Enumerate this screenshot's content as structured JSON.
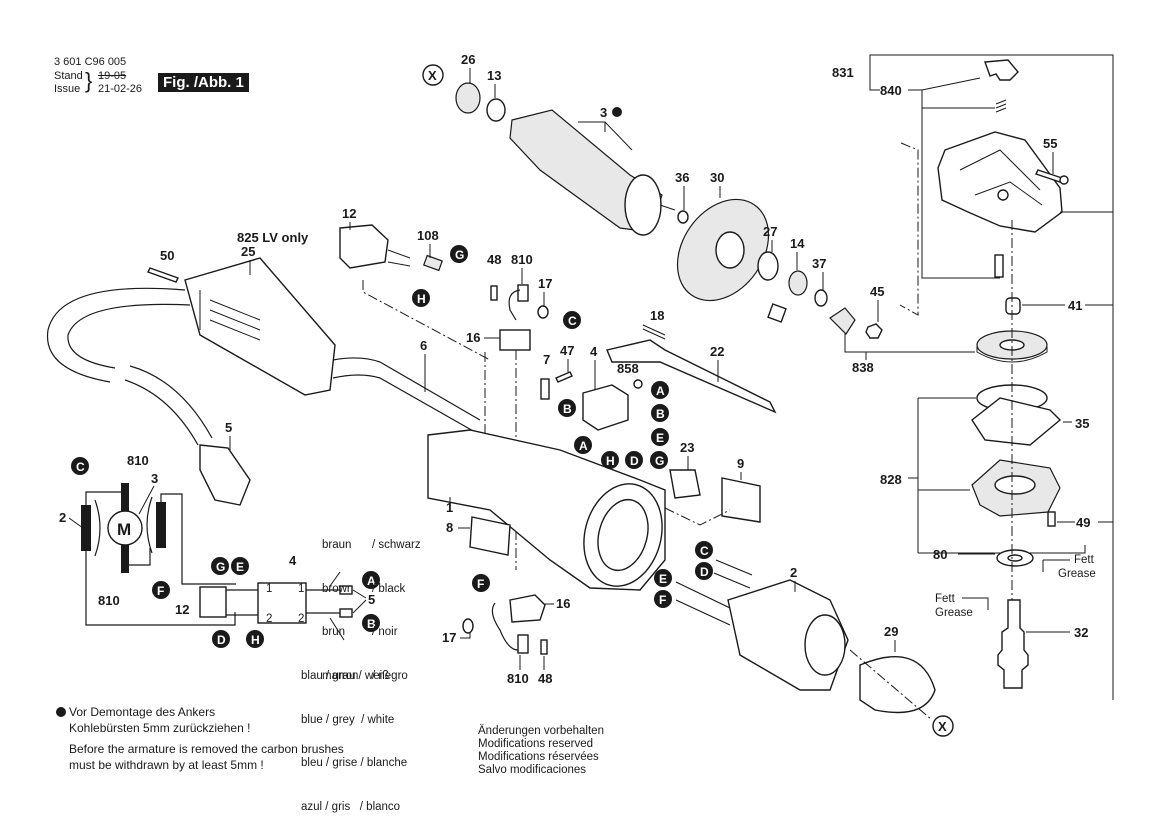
{
  "header": {
    "part_number": "3 601 C96 005",
    "stand_label": "Stand",
    "issue_label": "Issue",
    "old_date": "19-05",
    "new_date": "21-02-26",
    "figure_label": "Fig. /Abb. 1"
  },
  "callouts": {
    "p831": "831",
    "p840": "840",
    "p55": "55",
    "p41": "41",
    "p45": "45",
    "p838": "838",
    "p35": "35",
    "p828": "828",
    "p49": "49",
    "p80": "80",
    "p32": "32",
    "p29": "29",
    "p26": "26",
    "p13": "13",
    "p3": "3",
    "p36": "36",
    "p30": "30",
    "p27": "27",
    "p14": "14",
    "p37": "37",
    "p12": "12",
    "p108": "108",
    "p825": "825  LV only",
    "p25": "25",
    "p50": "50",
    "p6": "6",
    "p5": "5",
    "p48": "48",
    "p810": "810",
    "p17": "17",
    "p16": "16",
    "p7": "7",
    "p47": "47",
    "p4": "4",
    "p858": "858",
    "p18": "18",
    "p22": "22",
    "p23": "23",
    "p9": "9",
    "p1": "1",
    "p8": "8",
    "p2": "2",
    "p16b": "16",
    "p17b": "17",
    "p810b": "810",
    "p48b": "48"
  },
  "connector_letters": [
    "A",
    "B",
    "C",
    "D",
    "E",
    "F",
    "G",
    "H"
  ],
  "cross_reference": "X",
  "grease": {
    "de": "Fett",
    "en": "Grease"
  },
  "wiring": {
    "motor_symbol": "M",
    "brush_label": "810",
    "motor_label": "3",
    "field_label": "2",
    "switch_label": "4",
    "cap_label": "12",
    "plug_label": "5",
    "terminal_1": "1",
    "terminal_2": "2",
    "brown_colors": [
      {
        "lang": "de",
        "left": "braun",
        "right": "/ schwarz"
      },
      {
        "lang": "en",
        "left": "brown",
        "right": "/ black"
      },
      {
        "lang": "fr",
        "left": "brun",
        "right": "/ noir"
      },
      {
        "lang": "es",
        "left": "marron",
        "right": "/ negro"
      }
    ],
    "blue_colors": [
      "blau / grau / weiß",
      "blue / grey  / white",
      "bleu / grise / blanche",
      "azul / gris   / blanco"
    ]
  },
  "notes": {
    "de_line1": "Vor Demontage des Ankers",
    "de_line2": "Kohlebürsten 5mm zurückziehen !",
    "en_line1": "Before the armature is removed the carbon brushes",
    "en_line2": "must be withdrawn by at least 5mm !"
  },
  "modifications": [
    "Änderungen vorbehalten",
    "Modifications reserved",
    "Modifications réservées",
    "Salvo modificaciones"
  ]
}
